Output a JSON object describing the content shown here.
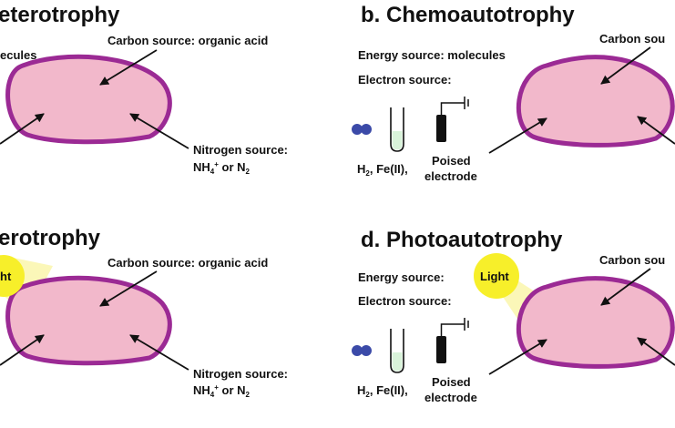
{
  "panels": {
    "a": {
      "title": "eterotrophy",
      "energy_partial": "ecules",
      "carbon": "Carbon source: organic acid",
      "nitrogen_line1": "Nitrogen source:",
      "nitrogen_nh": "NH",
      "nitrogen_sub": "4",
      "nitrogen_sup": "+",
      "nitrogen_or": " or N",
      "nitrogen_n_sub": "2"
    },
    "b": {
      "title": "b. Chemoautotrophy",
      "energy": "Energy source: molecules",
      "electron": "Electron source:",
      "carbon_partial": "Carbon sou",
      "h2": "H",
      "h2_sub": "2",
      "fe": ",  Fe(II),",
      "poised_line1": "Poised",
      "poised_line2": "electrode"
    },
    "c": {
      "title": "erotrophy",
      "light_partial": "ht",
      "carbon": "Carbon source: organic acid",
      "nitrogen_line1": "Nitrogen source:",
      "nitrogen_nh": "NH",
      "nitrogen_sub": "4",
      "nitrogen_sup": "+",
      "nitrogen_or": " or N",
      "nitrogen_n_sub": "2"
    },
    "d": {
      "title": "d. Photoautotrophy",
      "energy": "Energy source:",
      "light": "Light",
      "electron": "Electron source:",
      "carbon_partial": "Carbon sou",
      "h2": "H",
      "h2_sub": "2",
      "fe": ",  Fe(II),",
      "poised_line1": "Poised",
      "poised_line2": "electrode"
    }
  },
  "colors": {
    "cell_fill": "#f2b8cb",
    "cell_stroke": "#9b2a94",
    "light": "#f7ef2a",
    "glow": "#fbf7b8",
    "dot": "#3b4aa8",
    "tube_liquid": "#d9f3da"
  }
}
